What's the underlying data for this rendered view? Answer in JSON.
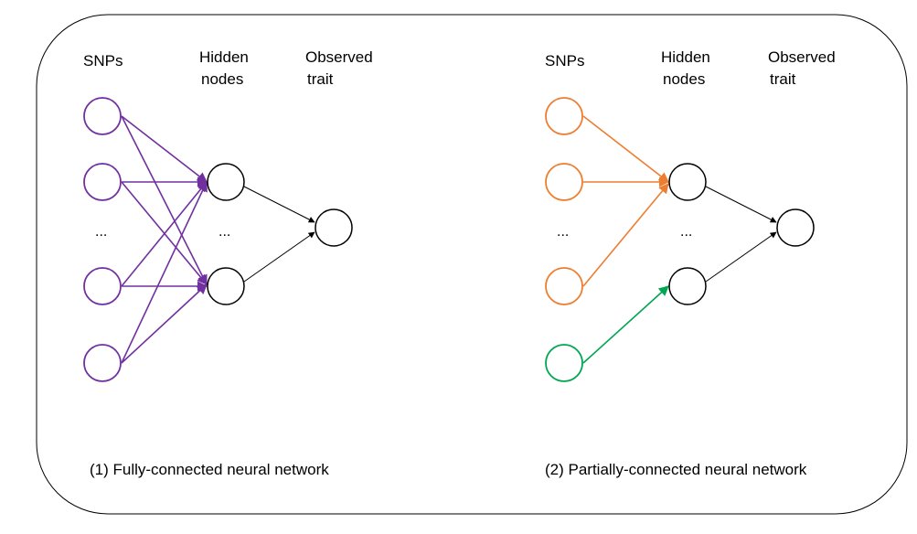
{
  "colors": {
    "full": "#7030A0",
    "partial_main": "#ED7D31",
    "partial_extra": "#00A651",
    "hidden_output": "#000000"
  },
  "panels": [
    {
      "id": "full",
      "labels": {
        "snps": "SNPs",
        "hidden_line1": "Hidden",
        "hidden_line2": "nodes",
        "output_line1": "Observed",
        "output_line2": "trait"
      },
      "ellipsis": "...",
      "caption": "(1) Fully-connected neural network"
    },
    {
      "id": "partial",
      "labels": {
        "snps": "SNPs",
        "hidden_line1": "Hidden",
        "hidden_line2": "nodes",
        "output_line1": "Observed",
        "output_line2": "trait"
      },
      "ellipsis": "...",
      "caption": "(2) Partially-connected neural network"
    }
  ]
}
